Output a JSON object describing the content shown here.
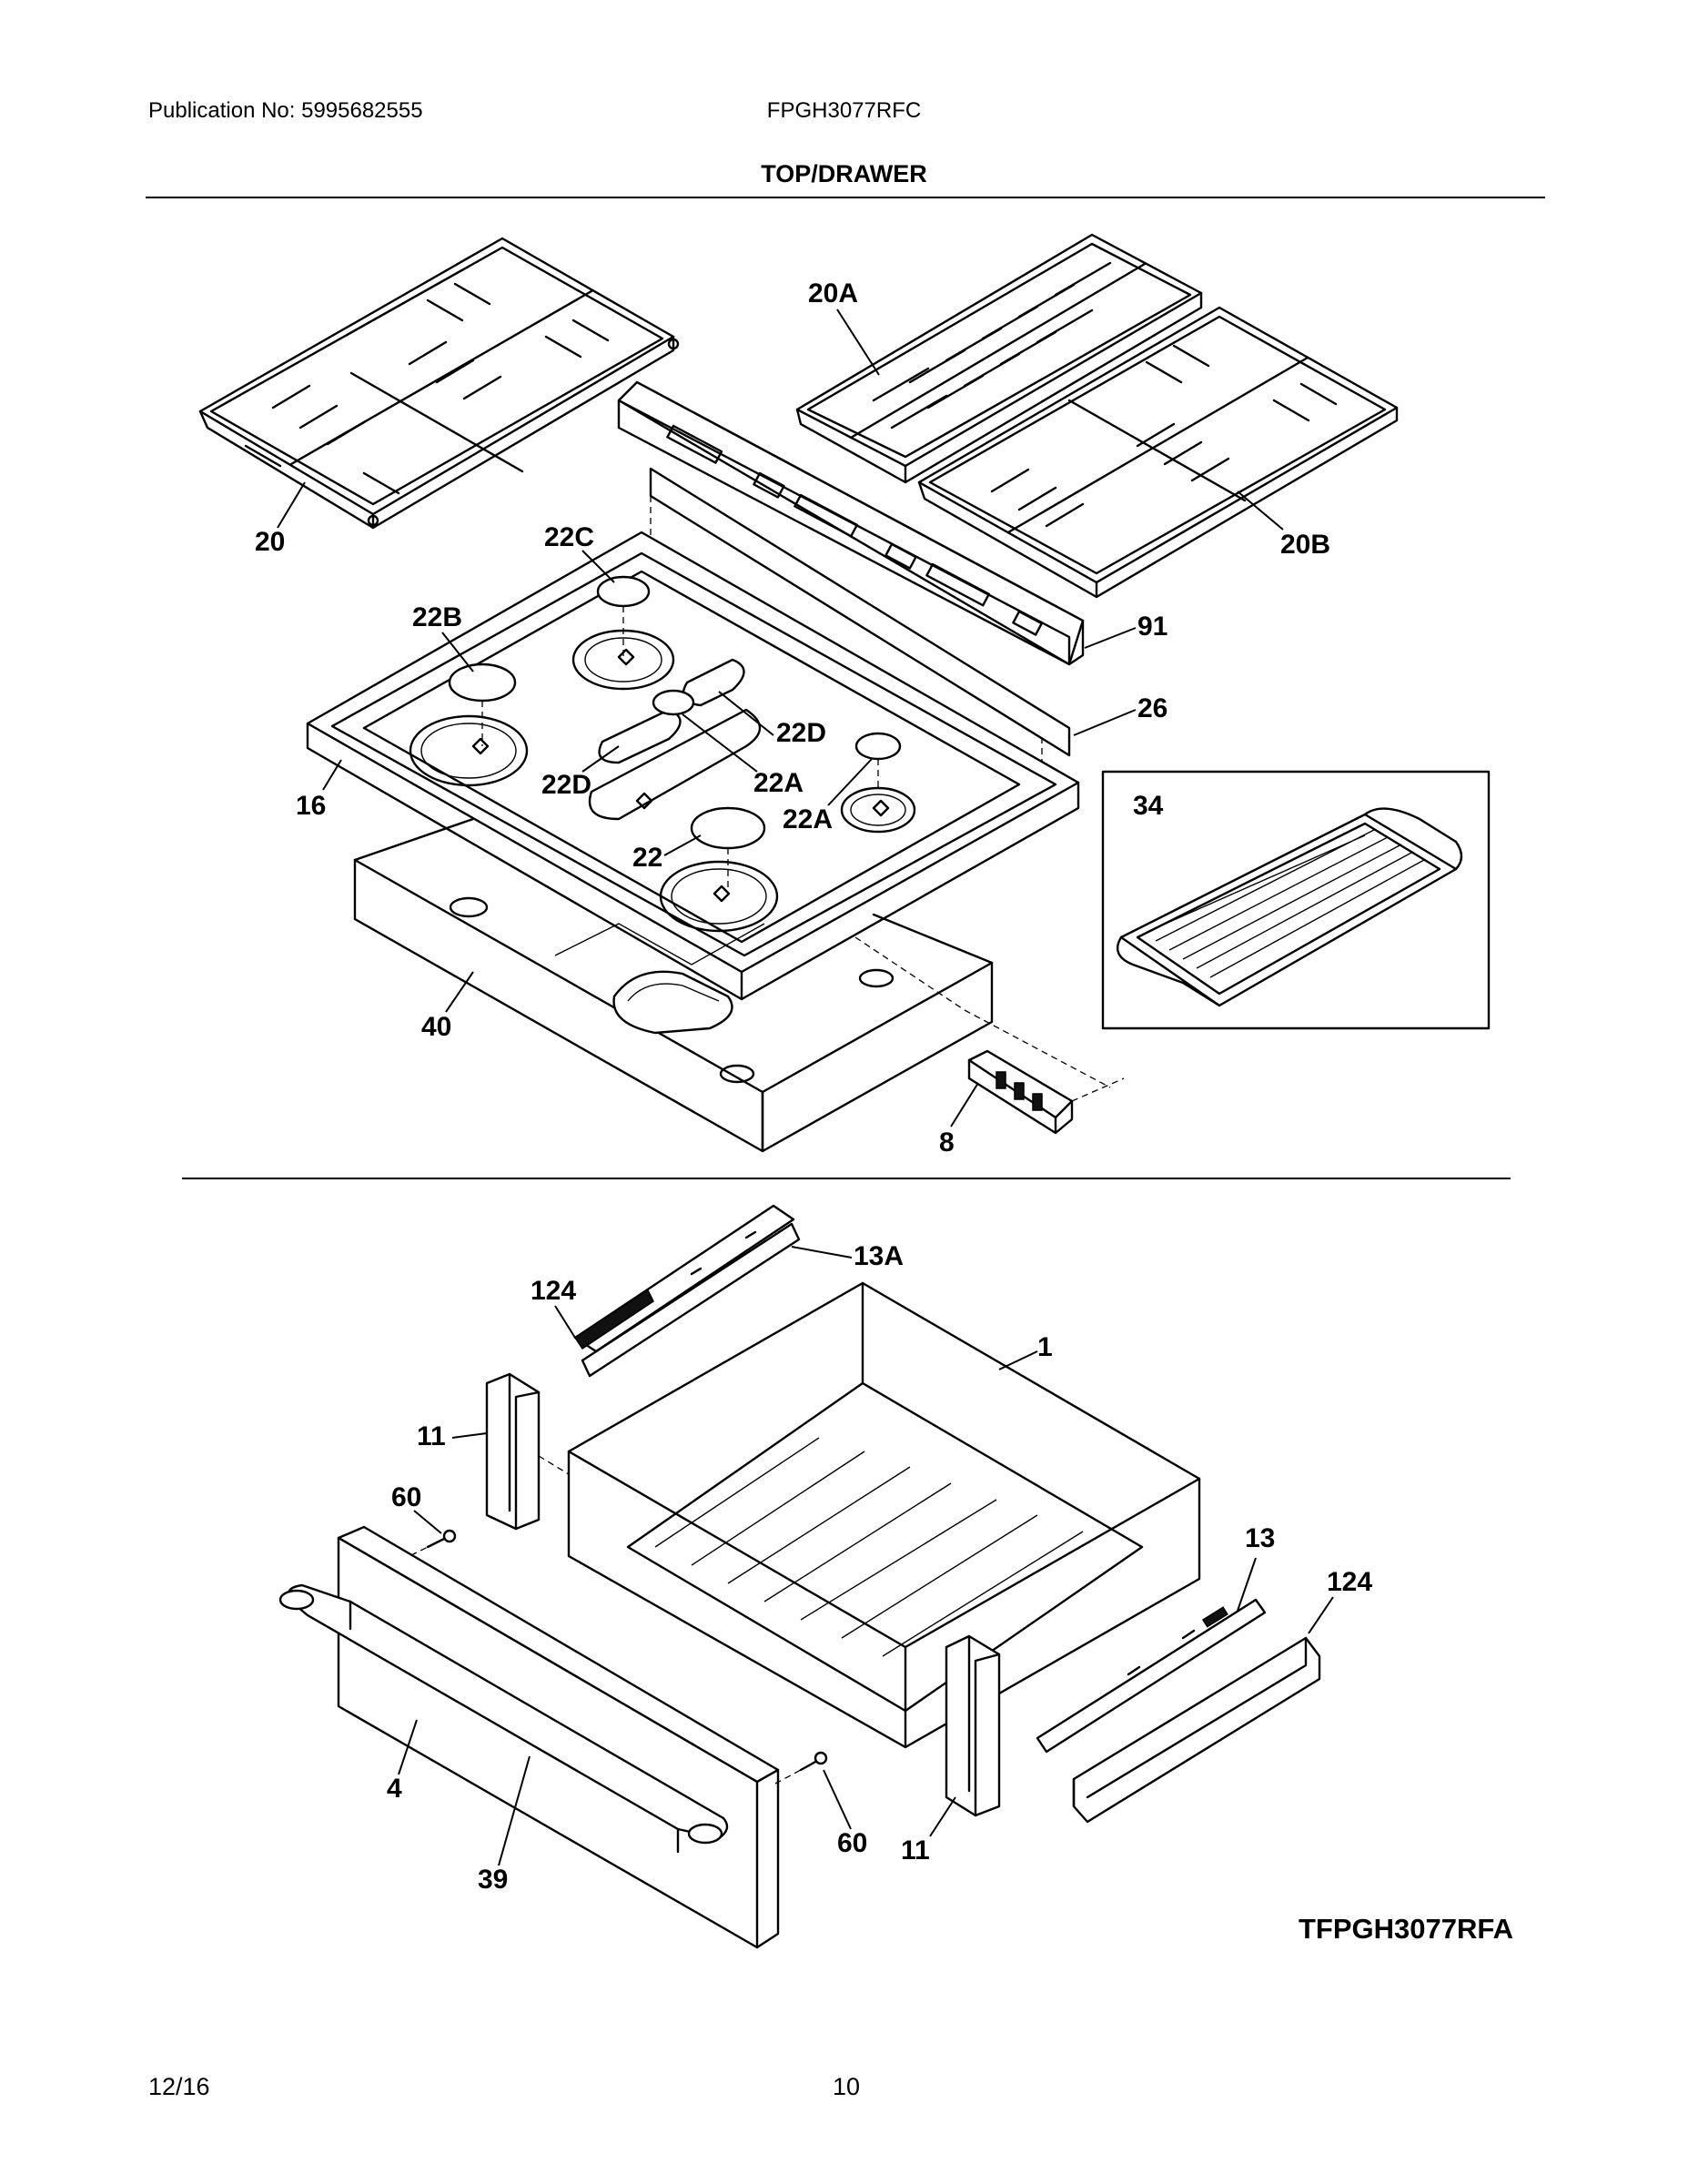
{
  "header": {
    "publication": "Publication No: 5995682555",
    "model": "FPGH3077RFC",
    "section_title": "TOP/DRAWER"
  },
  "callouts": {
    "c20": "20",
    "c20A": "20A",
    "c20B": "20B",
    "c22C": "22C",
    "c22B": "22B",
    "c91": "91",
    "c26": "26",
    "c22D_a": "22D",
    "c22D_b": "22D",
    "c22A_a": "22A",
    "c22A_b": "22A",
    "c16": "16",
    "c22": "22",
    "c34": "34",
    "c40": "40",
    "c8": "8",
    "c13A": "13A",
    "c124_a": "124",
    "c1": "1",
    "c11_a": "11",
    "c60_a": "60",
    "c13": "13",
    "c124_b": "124",
    "c4": "4",
    "c39": "39",
    "c60_b": "60",
    "c11_b": "11"
  },
  "figure_id": "TFPGH3077RFA",
  "footer": {
    "date": "12/16",
    "page": "10"
  }
}
